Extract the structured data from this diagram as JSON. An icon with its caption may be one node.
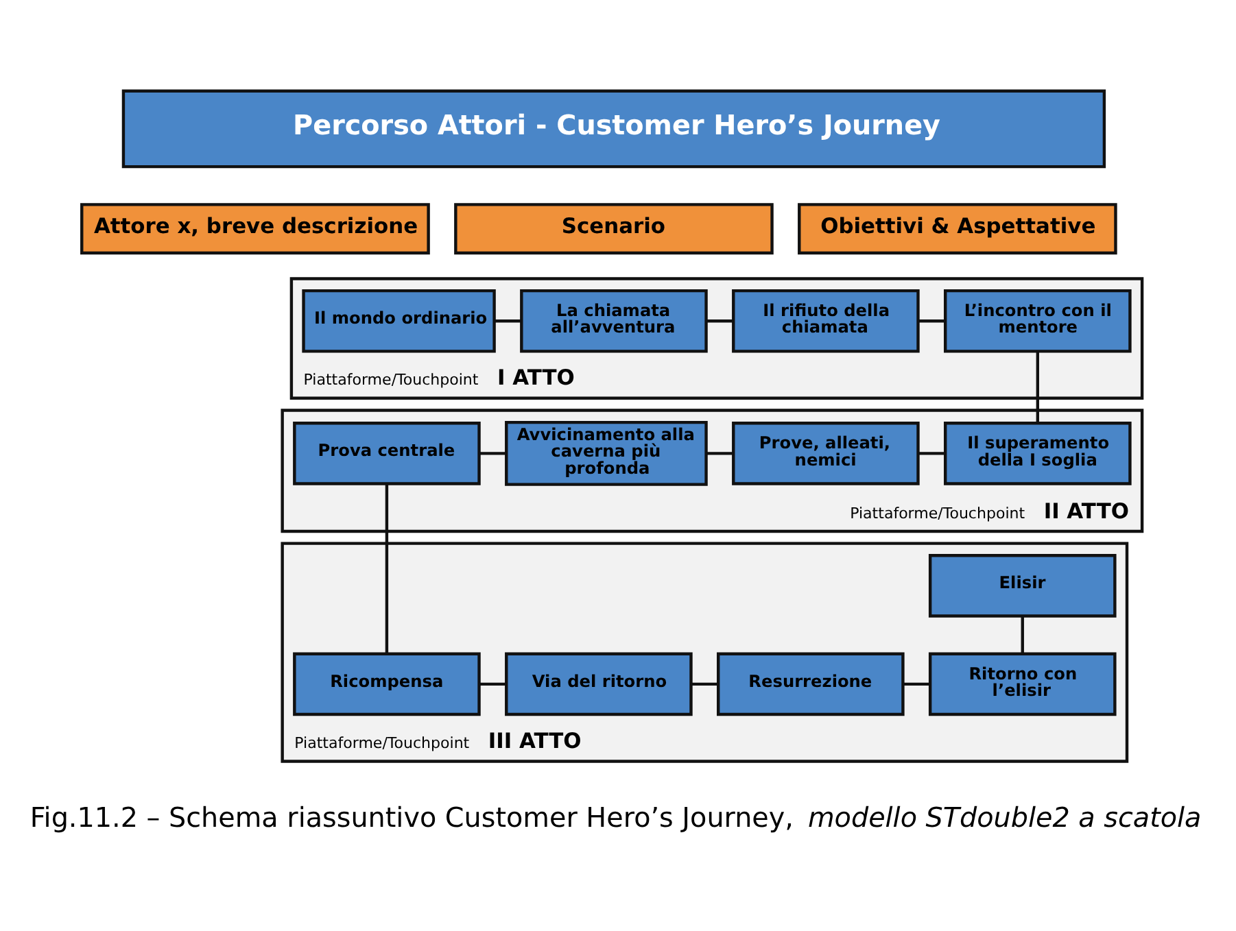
{
  "diagram": {
    "caption": "Fig.11.2 – Schema riassuntivo Customer Hero’s Journey, *modello STdouble2 a scatola*",
    "nodes": [
      {
        "text": [
          "Percorso Attori - Customer Hero’s Journey"
        ]
      },
      {
        "text": [
          "Attore x, breve descrizione"
        ]
      },
      {
        "text": [
          "Scenario"
        ]
      },
      {
        "text": [
          "Obiettivi & Aspettative"
        ]
      },
      {
        "text": [
          "Piattaforme/Touchpoint",
          "I ATTO"
        ]
      },
      {
        "text": [
          "Il mondo ordinario"
        ],
        "in": 4
      },
      {
        "text": [
          "La chiamata all’avventura"
        ],
        "in": 4
      },
      {
        "text": [
          "Il rifiuto della chiamata"
        ],
        "in": 4
      },
      {
        "text": [
          "L’incontro con il mentore"
        ],
        "in": 4
      },
      {
        "text": [
          "Piattaforme/Touchpoint",
          "II ATTO"
        ]
      },
      {
        "text": [
          "Prova centrale"
        ],
        "in": 9
      },
      {
        "text": [
          "Avvicinamento alla caverna più profonda"
        ],
        "in": 9
      },
      {
        "text": [
          "Prove, alleati, nemici"
        ],
        "in": 9
      },
      {
        "text": [
          "Il superamento della I soglia"
        ],
        "in": 9
      },
      {
        "text": [
          "Piattaforme/Touchpoint",
          "III ATTO"
        ]
      },
      {
        "text": [
          "Ricompensa"
        ],
        "in": 14
      },
      {
        "text": [
          "Via del ritorno"
        ],
        "in": 14
      },
      {
        "text": [
          "Resurrezione"
        ],
        "in": 14
      },
      {
        "text": [
          "Elisir"
        ],
        "in": 14
      },
      {
        "text": [
          "Ritorno con l’elisir"
        ],
        "in": 14
      }
    ],
    "edges": [
      {
        "from": 5,
        "to": 6,
        "arrow": "none"
      },
      {
        "from": 6,
        "to": 7,
        "arrow": "none"
      },
      {
        "from": 7,
        "to": 8,
        "arrow": "none"
      },
      {
        "from": 8,
        "to": 13,
        "arrow": "none"
      },
      {
        "from": 13,
        "to": 12,
        "arrow": "none"
      },
      {
        "from": 12,
        "to": 11,
        "arrow": "none"
      },
      {
        "from": 11,
        "to": 10,
        "arrow": "none"
      },
      {
        "from": 10,
        "to": 15,
        "arrow": "none"
      },
      {
        "from": 15,
        "to": 16,
        "arrow": "none"
      },
      {
        "from": 16,
        "to": 17,
        "arrow": "none"
      },
      {
        "from": 17,
        "to": 19,
        "arrow": "none"
      },
      {
        "from": 18,
        "to": 19,
        "arrow": "none"
      }
    ]
  }
}
